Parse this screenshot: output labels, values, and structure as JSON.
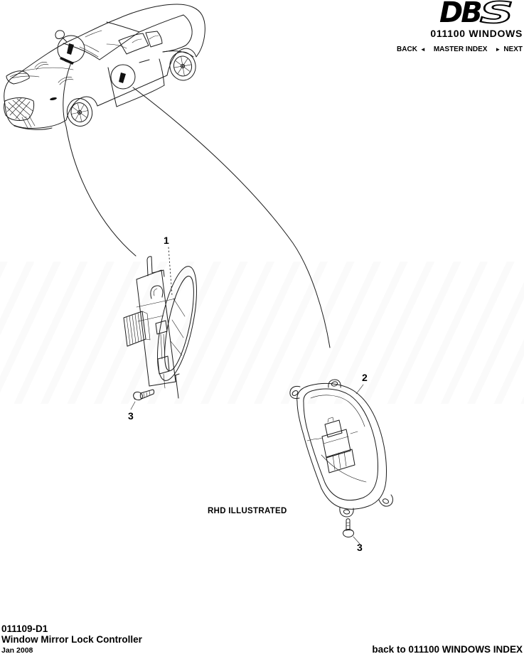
{
  "colors": {
    "ink": "#000000",
    "background": "#ffffff"
  },
  "header": {
    "logo_db": "DB",
    "logo_s": "S",
    "section_title": "011100 WINDOWS",
    "nav": {
      "back_label": "BACK",
      "back_arrow": "◄",
      "master_index_label": "MASTER INDEX",
      "next_arrow": "►",
      "next_label": "NEXT"
    }
  },
  "diagram": {
    "note": "RHD ILLUSTRATED",
    "callouts": {
      "controller": "1",
      "housing": "2",
      "screw_a": "3",
      "screw_b": "3"
    }
  },
  "footer": {
    "drawing_number": "011109-D1",
    "title": "Window Mirror Lock Controller",
    "date": "Jan 2008",
    "back_link": "back to 011100 WINDOWS INDEX"
  }
}
